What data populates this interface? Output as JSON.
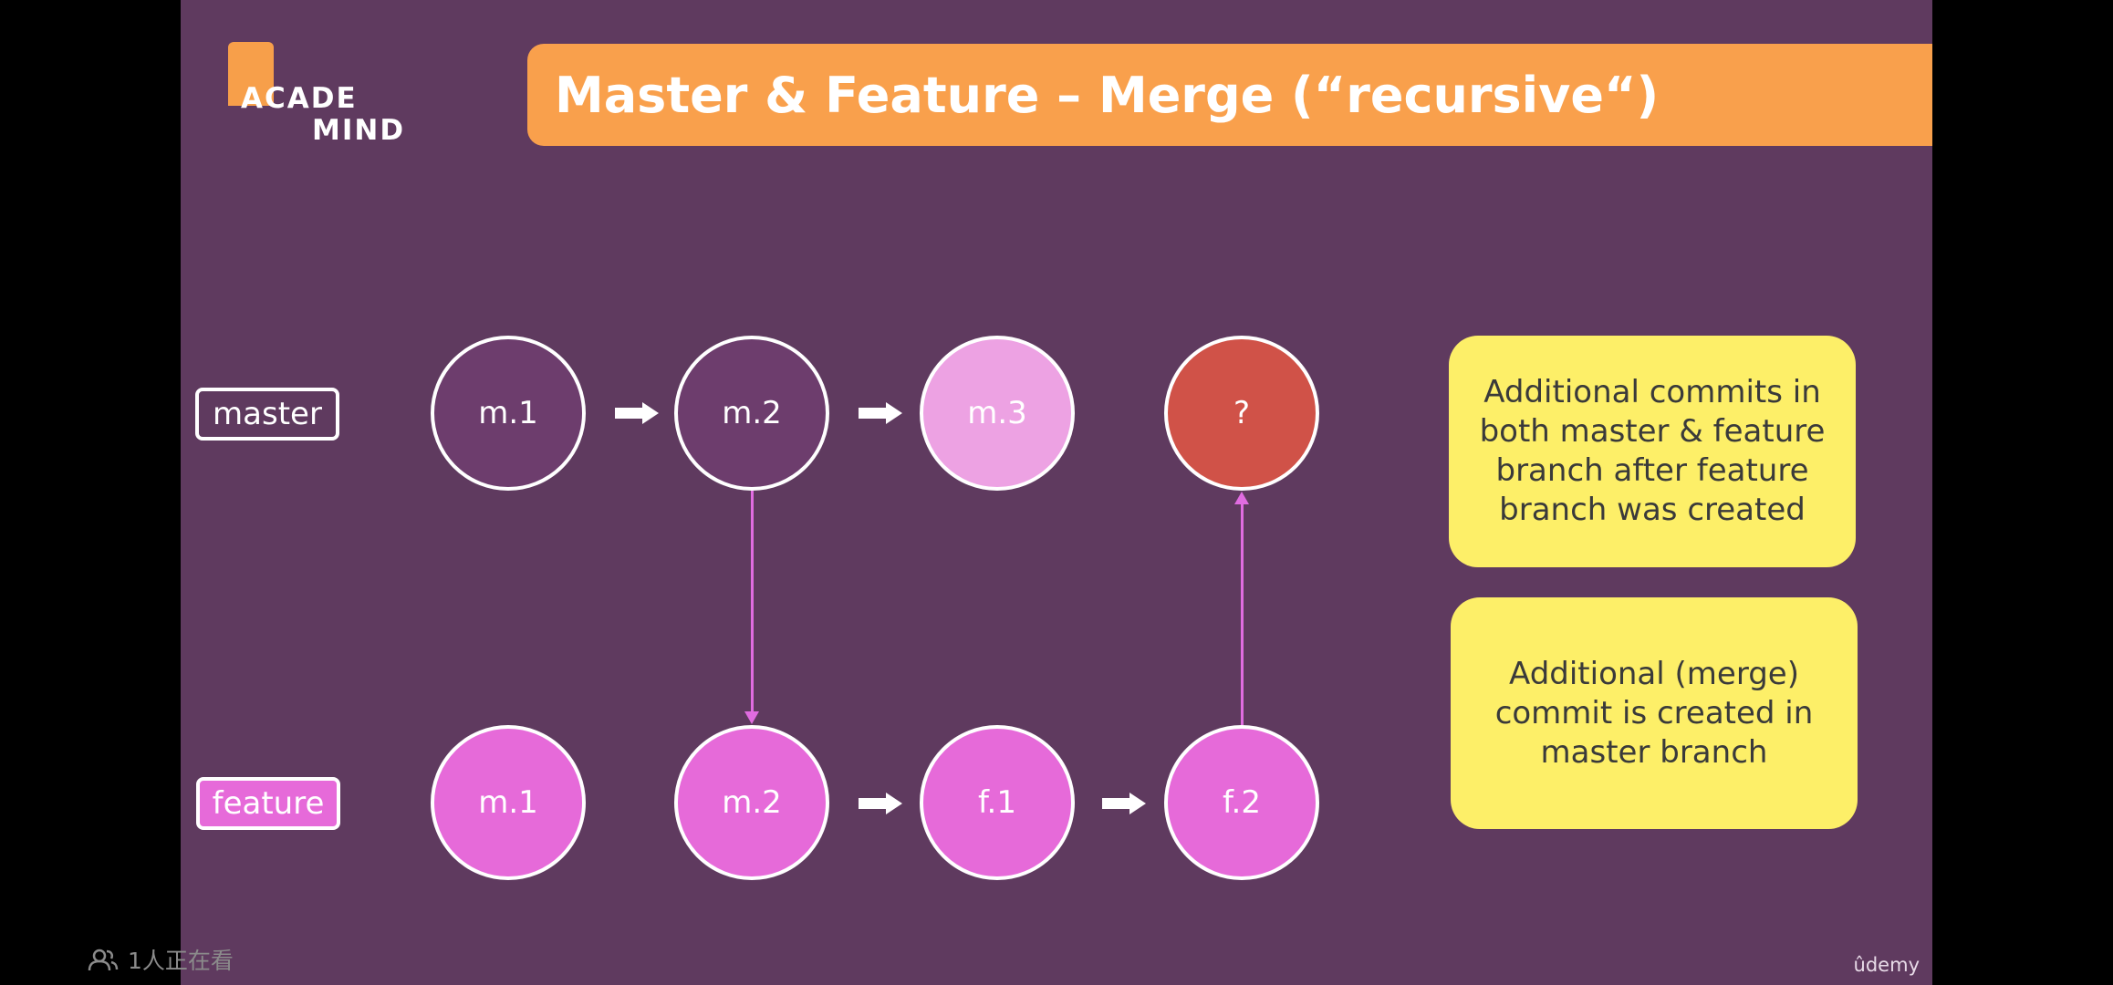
{
  "logo": {
    "line1": "ACADE",
    "line2": "MIND"
  },
  "title": "Master & Feature – Merge (“recursive“)",
  "branches": {
    "master": "master",
    "feature": "feature"
  },
  "master_commits": [
    "m.1",
    "m.2",
    "m.3",
    "?"
  ],
  "feature_commits": [
    "m.1",
    "m.2",
    "f.1",
    "f.2"
  ],
  "notes": [
    "Additional commits in both master & feature branch after feature branch was created",
    "Additional (merge) commit is created in master branch"
  ],
  "footer": {
    "brand": "ûdemy"
  },
  "overlay": {
    "viewers": "1人正在看"
  },
  "colors": {
    "background": "#5f3a5f",
    "title_bar": "#f9a04c",
    "commit_dark": "#6d3d6d",
    "commit_light": "#eda2e3",
    "commit_merge": "#d05248",
    "commit_feature": "#e66ad9",
    "note_bg": "#fdef68",
    "connector": "#e06ce0"
  },
  "icons": {
    "viewers": "people-icon",
    "flow_arrow": "arrow-right-icon"
  }
}
